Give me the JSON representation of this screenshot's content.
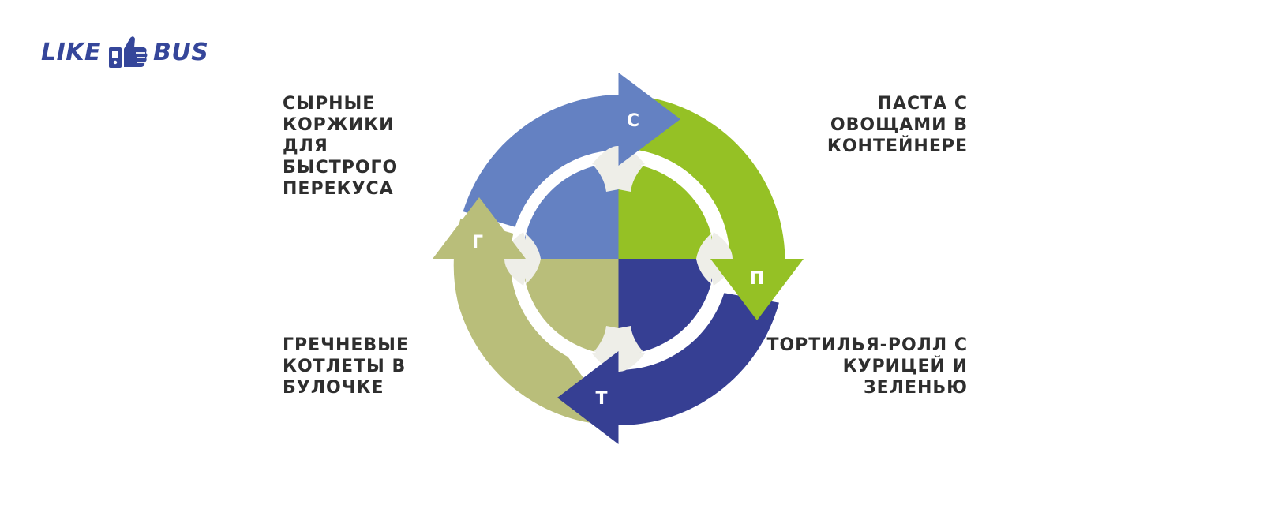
{
  "brand": {
    "word_left": "LIKE",
    "word_right": "BUS",
    "icon": "thumbs-up-bus-icon",
    "color": "#35469a"
  },
  "diagram": {
    "segments": [
      {
        "key": "c",
        "letter": "С",
        "caption": "СЫРНЫЕ КОРЖИКИ ДЛЯ БЫСТРОГО ПЕРЕКУСА",
        "color": "#6481c2"
      },
      {
        "key": "p",
        "letter": "П",
        "caption": "ПАСТА С ОВОЩАМИ В КОНТЕЙНЕРЕ",
        "color": "#95c125"
      },
      {
        "key": "t",
        "letter": "Т",
        "caption": "ТОРТИЛЬЯ-РОЛЛ С КУРИЦЕЙ И ЗЕЛЕНЬЮ",
        "color": "#363f93"
      },
      {
        "key": "g",
        "letter": "Г",
        "caption": "ГРЕЧНЕВЫЕ КОТЛЕТЫ В БУЛОЧКЕ",
        "color": "#b9be7a"
      }
    ],
    "connector_color": "#eeeee8"
  }
}
